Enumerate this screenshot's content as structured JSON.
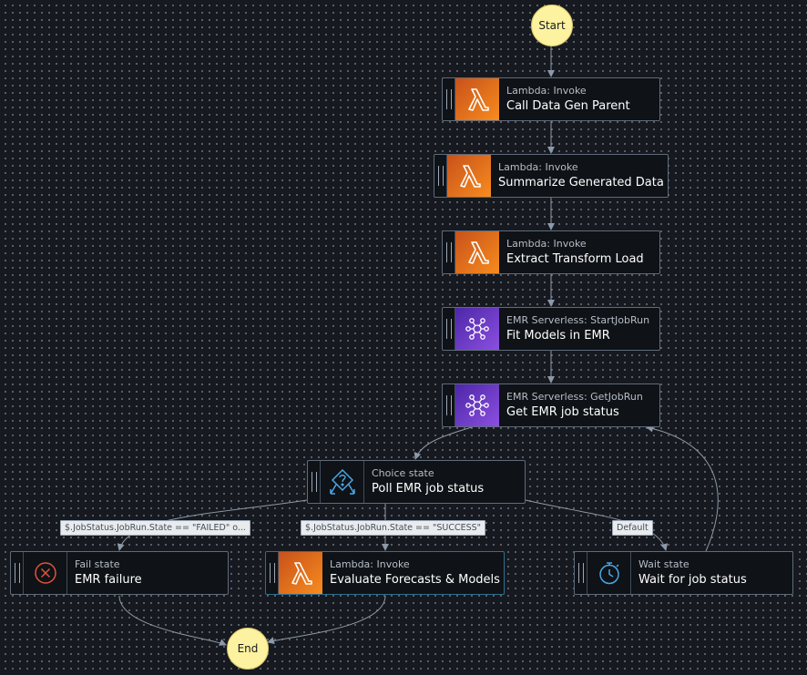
{
  "terminals": {
    "start": "Start",
    "end": "End"
  },
  "states": {
    "call_data_gen": {
      "kind": "Lambda: Invoke",
      "title": "Call Data Gen Parent"
    },
    "summarize": {
      "kind": "Lambda: Invoke",
      "title": "Summarize Generated Data"
    },
    "etl": {
      "kind": "Lambda: Invoke",
      "title": "Extract Transform Load"
    },
    "fit_models": {
      "kind": "EMR Serverless: StartJobRun",
      "title": "Fit Models in EMR"
    },
    "get_status": {
      "kind": "EMR Serverless: GetJobRun",
      "title": "Get EMR job status"
    },
    "poll": {
      "kind": "Choice state",
      "title": "Poll EMR job status"
    },
    "emr_failure": {
      "kind": "Fail state",
      "title": "EMR failure"
    },
    "evaluate": {
      "kind": "Lambda: Invoke",
      "title": "Evaluate Forecasts & Models"
    },
    "wait": {
      "kind": "Wait state",
      "title": "Wait for job status"
    }
  },
  "edge_labels": {
    "failed": "$.JobStatus.JobRun.State == \"FAILED\" o...",
    "success": "$.JobStatus.JobRun.State == \"SUCCESS\"",
    "default": "Default"
  },
  "colors": {
    "canvas": "#16191f",
    "node_border": "#5f6b7a",
    "edge": "#8d99a8",
    "terminal": "#fcf29f",
    "lambda": "#e07020",
    "emr": "#6a3bc7",
    "choice_icon": "#4aa8e8",
    "fail_icon": "#e0533f"
  },
  "icons": {
    "lambda": "lambda-icon",
    "emr": "emr-serverless-icon",
    "choice": "choice-icon",
    "fail": "fail-icon",
    "wait": "stopwatch-icon"
  }
}
